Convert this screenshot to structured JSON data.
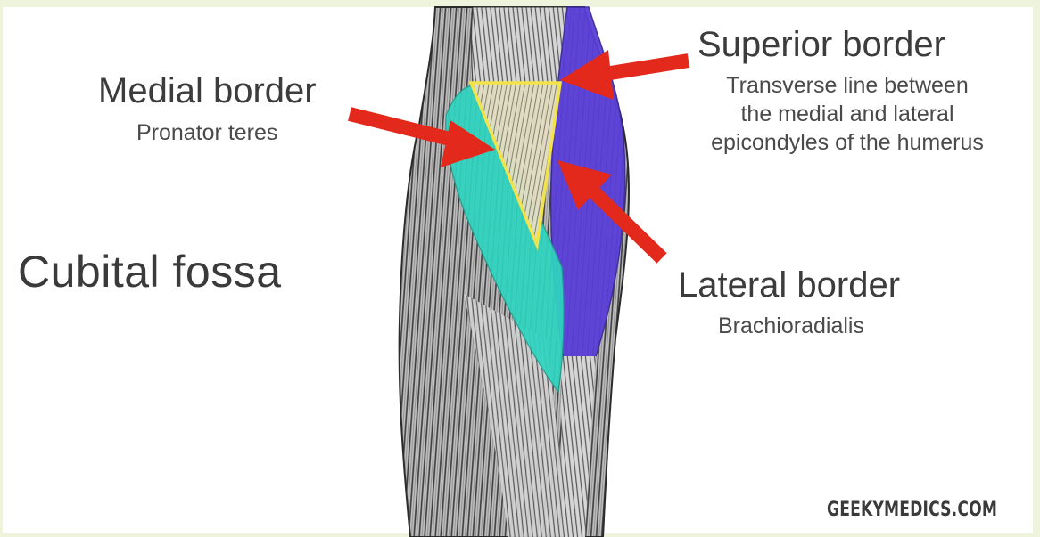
{
  "title": "Cubital fossa",
  "medial": {
    "heading": "Medial border",
    "detail": "Pronator teres"
  },
  "superior": {
    "heading": "Superior border",
    "detail_lines": [
      "Transverse line between",
      "the medial and lateral",
      "epicondyles of the humerus"
    ]
  },
  "lateral": {
    "heading": "Lateral border",
    "detail": "Brachioradialis"
  },
  "brand": "GEEKYMEDICS.COM",
  "colors": {
    "pronator_teres": "#2fd4c0",
    "brachioradialis": "#5a3fd8",
    "triangle_outline": "#f2e34a",
    "arrow": "#e3291c"
  }
}
